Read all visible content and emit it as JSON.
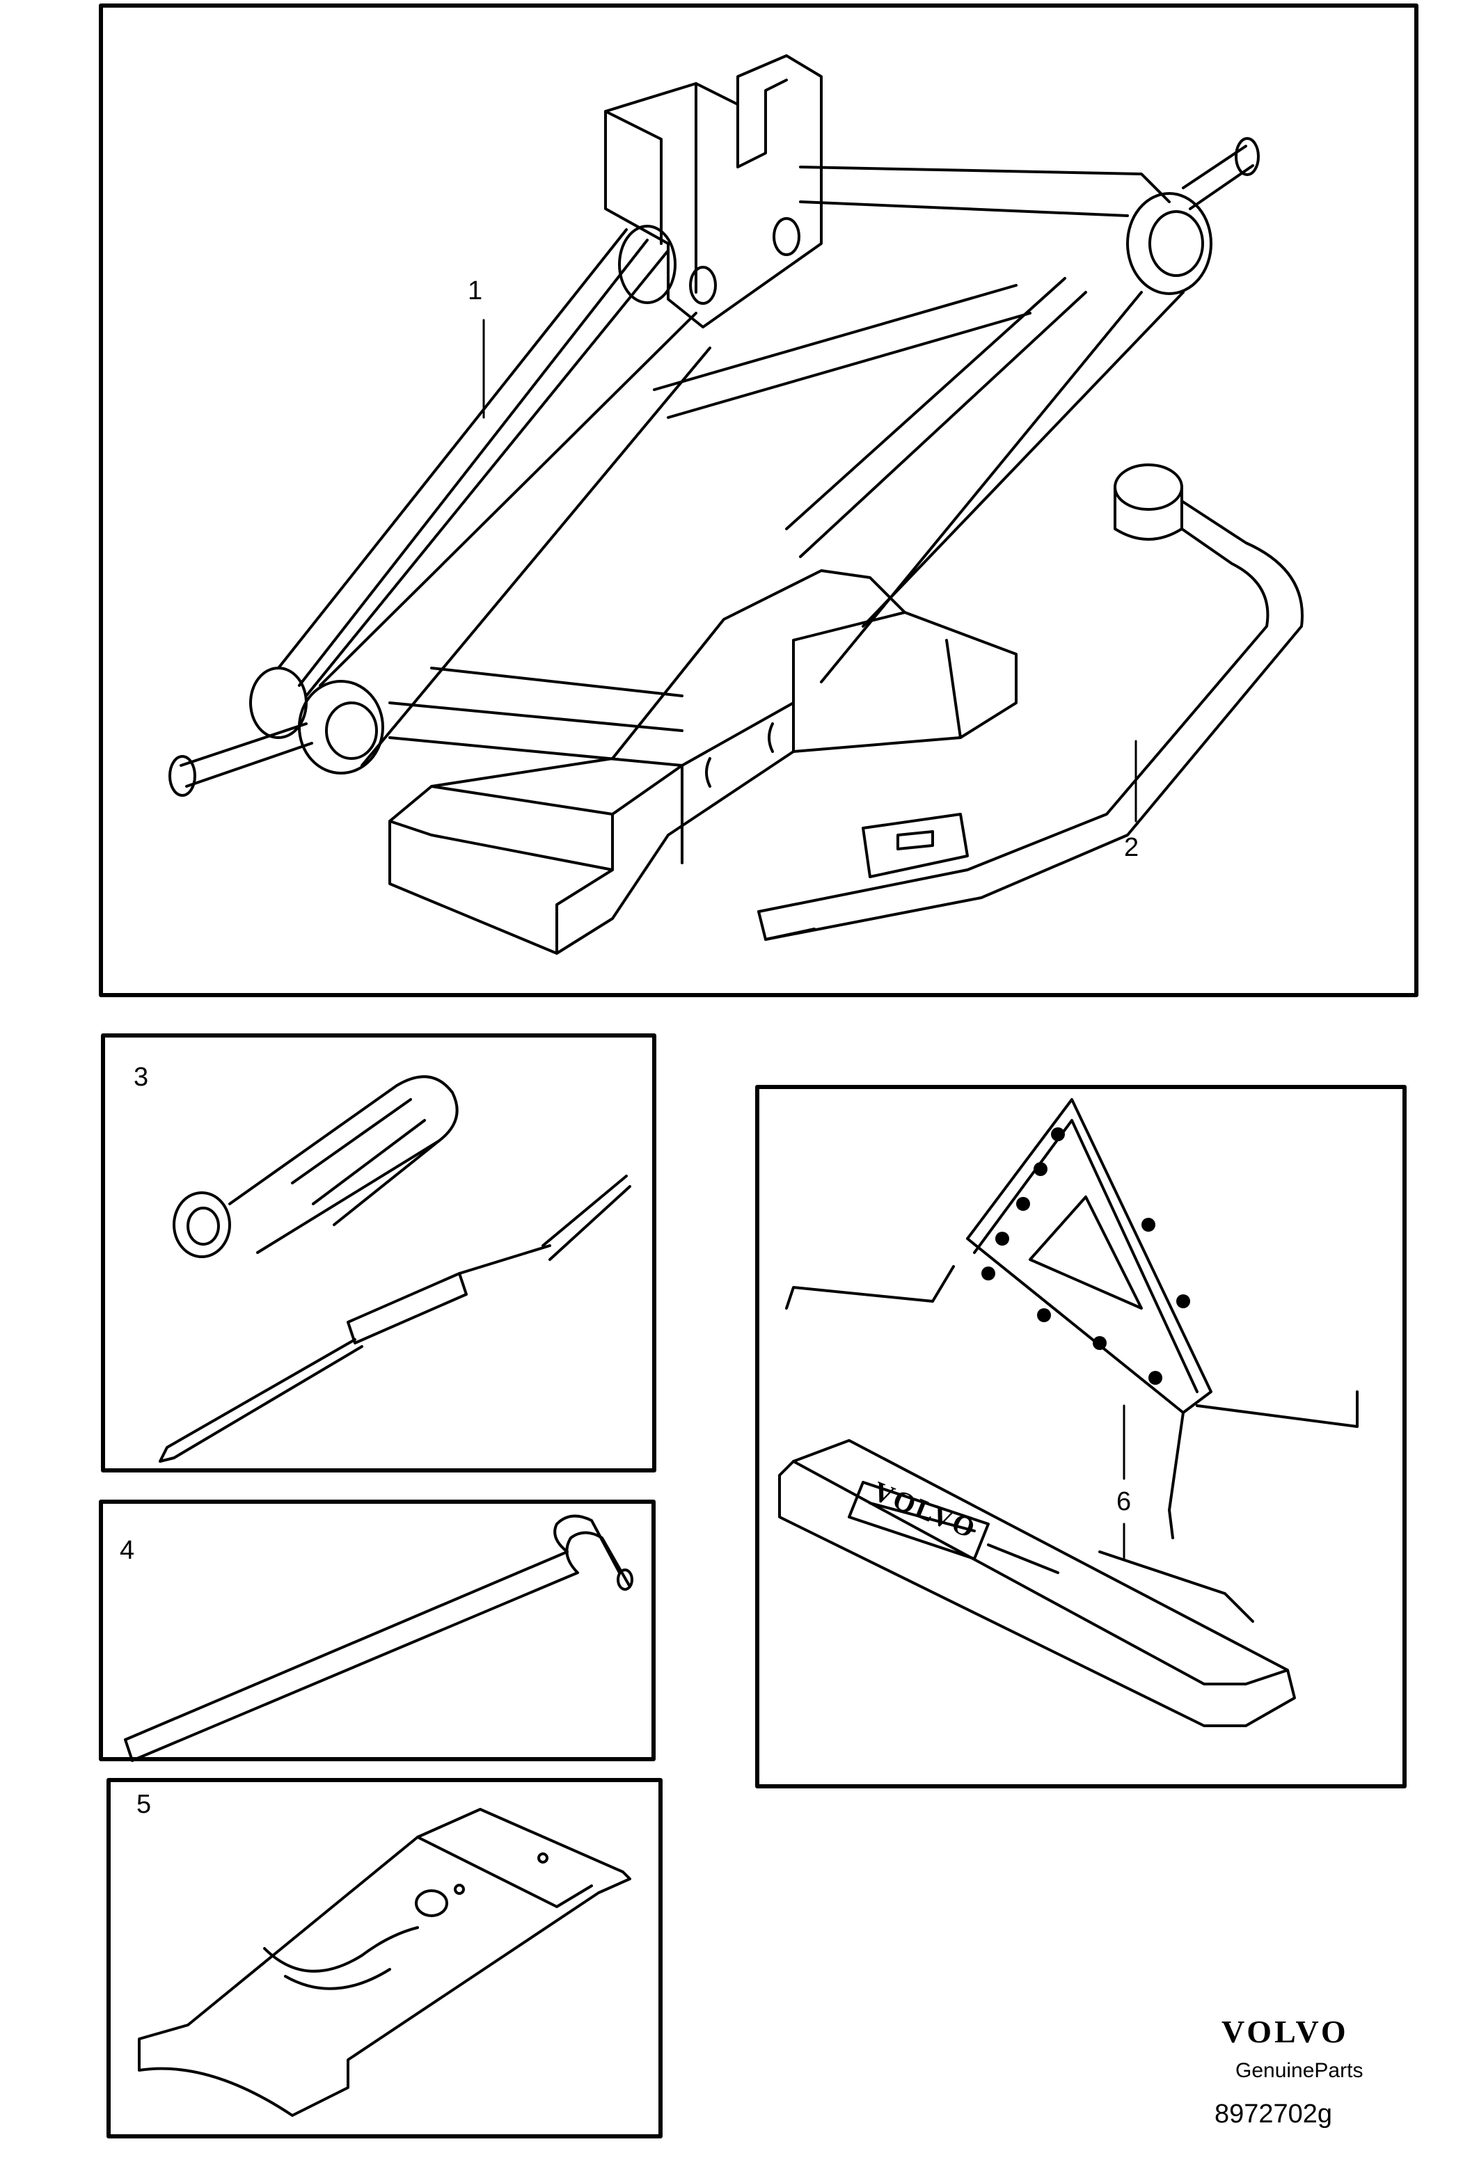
{
  "panels": [
    {
      "label": "1",
      "item": "scissor-jack"
    },
    {
      "label": "2",
      "item": "wheel-wrench"
    },
    {
      "label": "3",
      "item": "screwdriver"
    },
    {
      "label": "4",
      "item": "towing-eye-hook"
    },
    {
      "label": "5",
      "item": "tool-bag"
    },
    {
      "label": "6",
      "item": "warning-triangle"
    }
  ],
  "triangle_case_stamp": "VOLVO",
  "brand": {
    "word": "VOLVO",
    "sub": "GenuineParts"
  },
  "document_number": "8972702g"
}
